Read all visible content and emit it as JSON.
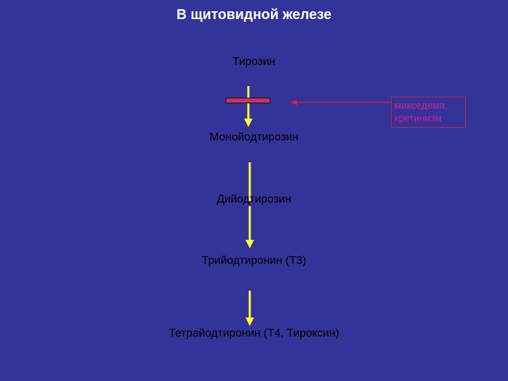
{
  "title": "В щитовидной железе",
  "nodes": [
    "Тирозин",
    "Монойодтирозин",
    "Дийодтирозин",
    "Трийодтиронин (Т3)",
    "Тетрайодтиронин (Т4, Тироксин)"
  ],
  "callout": {
    "line1": "микседема,",
    "line2": "кретинизм"
  },
  "colors": {
    "background": "#33339a",
    "arrow": "#ffff33",
    "block_bar": "#cc3366",
    "callout": "#cc2244"
  }
}
